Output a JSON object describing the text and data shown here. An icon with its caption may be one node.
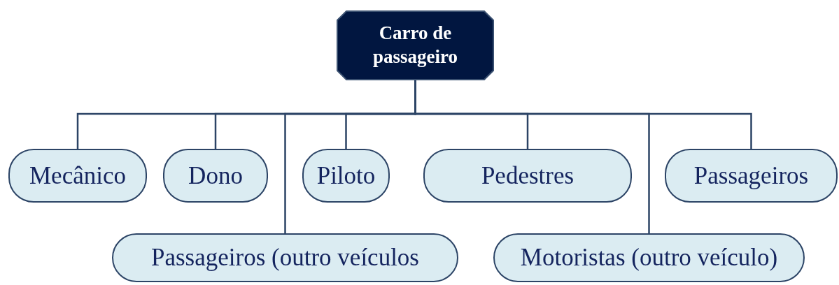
{
  "diagram": {
    "nodes": [
      {
        "text": [
          "Carro de passageiro"
        ]
      },
      {
        "text": [
          "Mecânico"
        ]
      },
      {
        "text": [
          "Dono"
        ]
      },
      {
        "text": [
          "Piloto"
        ]
      },
      {
        "text": [
          "Pedestres"
        ]
      },
      {
        "text": [
          "Passageiros"
        ]
      },
      {
        "text": [
          "Passageiros (outro veículos"
        ]
      },
      {
        "text": [
          "Motoristas (outro veículo)"
        ]
      }
    ],
    "edges": [
      {
        "from": 0,
        "to": 1,
        "arrow": "none"
      },
      {
        "from": 0,
        "to": 2,
        "arrow": "none"
      },
      {
        "from": 0,
        "to": 6,
        "arrow": "none"
      },
      {
        "from": 0,
        "to": 3,
        "arrow": "none"
      },
      {
        "from": 0,
        "to": 4,
        "arrow": "none"
      },
      {
        "from": 0,
        "to": 7,
        "arrow": "none"
      },
      {
        "from": 0,
        "to": 5,
        "arrow": "none"
      }
    ]
  }
}
